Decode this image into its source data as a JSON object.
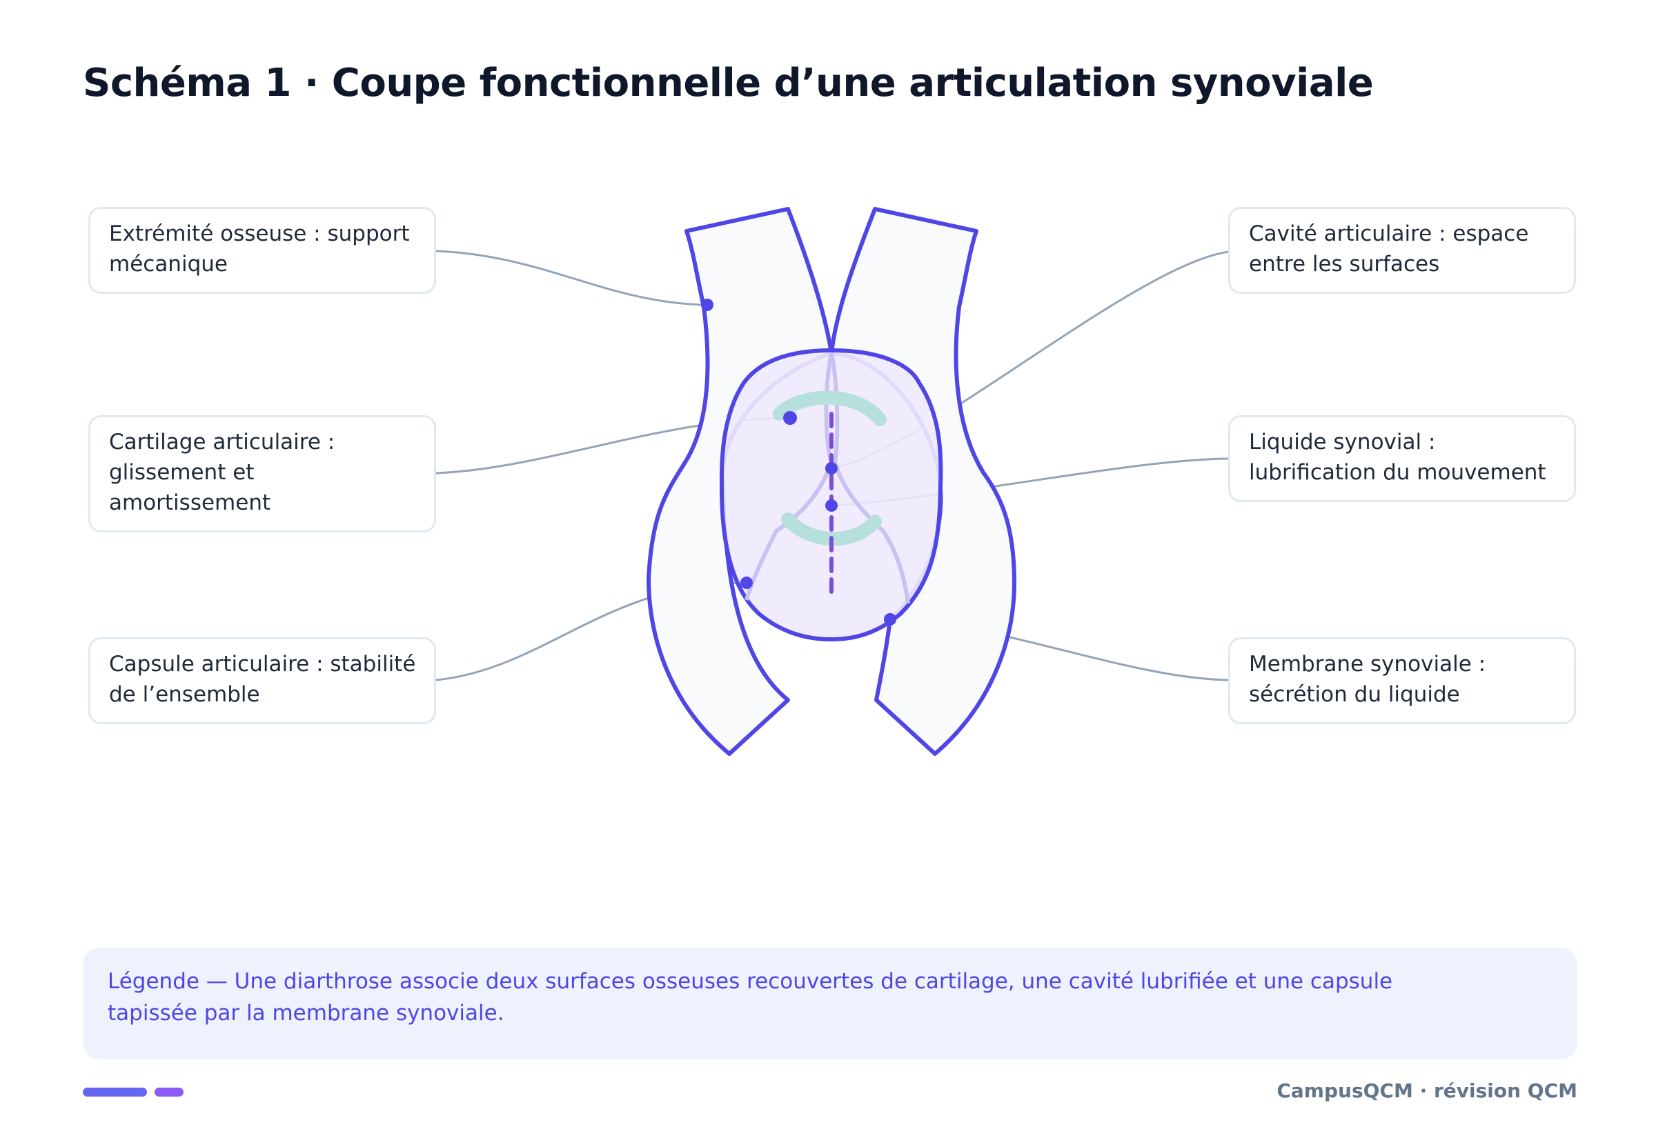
{
  "title": "Schéma 1 · Coupe fonctionnelle d’une articulation synoviale",
  "labels": {
    "bone": "Extrémité osseuse : support mécanique",
    "cartilage": "Cartilage articulaire : glissement et amortissement",
    "capsule": "Capsule articulaire : stabilité de l’ensemble",
    "cavity": "Cavité articulaire : espace entre les surfaces",
    "fluid": "Liquide synovial : lubrification du mouvement",
    "membrane": "Membrane synoviale : sécrétion du liquide"
  },
  "legend": "Légende — Une diarthrose associe deux surfaces osseuses recouvertes de cartilage, une cavité lubrifiée et une capsule tapissée par la membrane synoviale.",
  "footer": "CampusQCM · révision QCM",
  "colors": {
    "outline": "#4f46e5",
    "bone_fill": "#f8fafc",
    "capsule_fill": "#efeafd",
    "cartilage": "#b6e0dc",
    "membrane": "#c8c2f2",
    "connector": "#94a3b8",
    "fluid_line": "#7c4ddb",
    "legend_bg": "#eef2fc",
    "accent_1": "#6366f1",
    "accent_2": "#8b5cf6"
  }
}
